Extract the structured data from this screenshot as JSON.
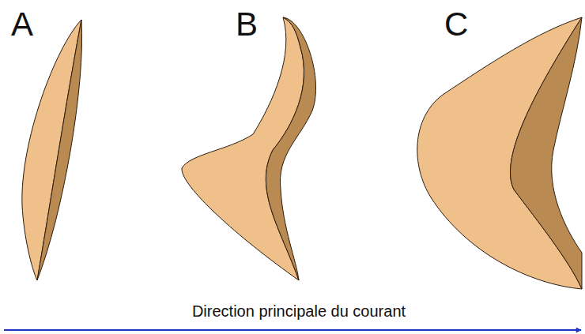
{
  "diagram": {
    "labels": [
      "A",
      "B",
      "C",
      "Direction principale du courant"
    ]
  }
}
